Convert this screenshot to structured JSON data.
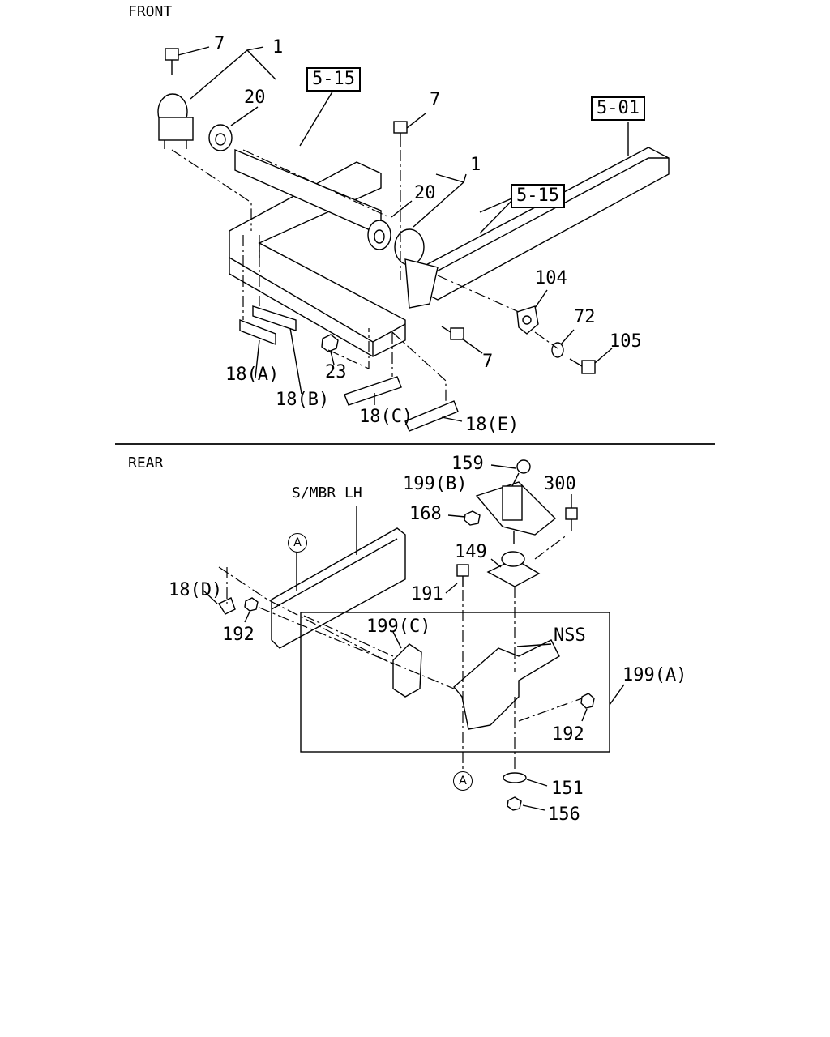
{
  "sections": {
    "front": "FRONT",
    "rear": "REAR"
  },
  "front_labels": {
    "bolt_top_left": "7",
    "mount_1_top": "1",
    "ref_5_15_top": "5-15",
    "cushion_20_top": "20",
    "bolt_center_top": "7",
    "ref_5_01": "5-01",
    "mount_1_right": "1",
    "cushion_20_right": "20",
    "ref_5_15_right": "5-15",
    "bracket_104": "104",
    "washer_72": "72",
    "bolt_105": "105",
    "bolt_center_bottom": "7",
    "nut_23": "23",
    "plate_18a": "18(A)",
    "plate_18b": "18(B)",
    "plate_18c": "18(C)",
    "plate_18e": "18(E)"
  },
  "rear_labels": {
    "side_member": "S/MBR LH",
    "ref_a_top": "A",
    "ref_a_bottom": "A",
    "bolt_159": "159",
    "bracket_199b": "199(B)",
    "bolt_300": "300",
    "nut_168": "168",
    "cushion_149": "149",
    "bolt_191": "191",
    "plate_18d": "18(D)",
    "nut_192_left": "192",
    "bracket_199c": "199(C)",
    "nss": "NSS",
    "bracket_199a": "199(A)",
    "nut_192_right": "192",
    "washer_151": "151",
    "nut_156": "156"
  }
}
